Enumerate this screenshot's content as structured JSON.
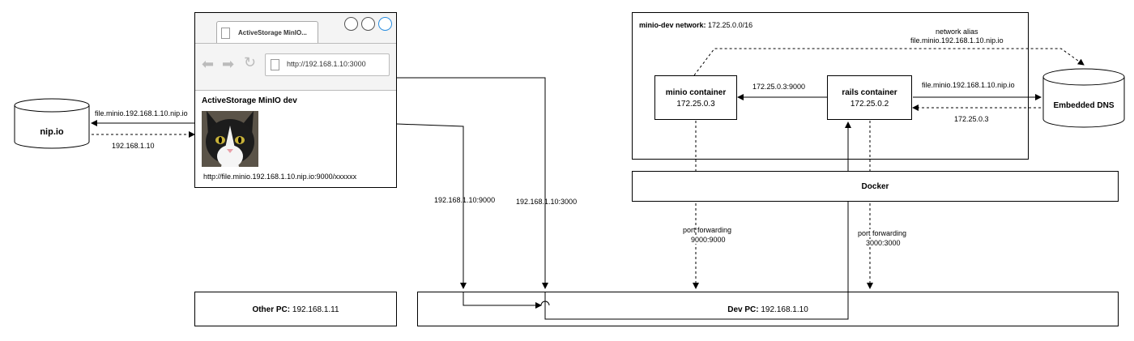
{
  "nip_io": {
    "label": "nip.io",
    "query": "file.minio.192.168.1.10.nip.io",
    "answer": "192.168.1.10"
  },
  "browser": {
    "tab_title": "ActiveStorage MinIO...",
    "url": "http://192.168.1.10:3000",
    "page_title": "ActiveStorage MinIO dev",
    "image_url": "http://file.minio.192.168.1.10.nip.io:9000/xxxxxx",
    "image_alt": "cat-photo"
  },
  "links": {
    "to_minio": "192.168.1.10:9000",
    "to_rails": "192.168.1.10:3000"
  },
  "network": {
    "title_bold": "minio-dev network:",
    "title_value": "172.25.0.0/16",
    "alias_label": "network alias",
    "alias_value": "file.minio.192.168.1.10.nip.io",
    "minio_container": {
      "name": "minio container",
      "ip": "172.25.0.3"
    },
    "rails_container": {
      "name": "rails container",
      "ip": "172.25.0.2"
    },
    "rails_to_minio": "172.25.0.3:9000",
    "rails_to_dns": "file.minio.192.168.1.10.nip.io",
    "dns_answer": "172.25.0.3"
  },
  "dns": {
    "label": "Embedded DNS"
  },
  "docker": {
    "label": "Docker"
  },
  "port_forwarding": {
    "minio": {
      "label": "port forwarding",
      "ports": "9000:9000"
    },
    "rails": {
      "label": "port forwarding",
      "ports": "3000:3000"
    }
  },
  "other_pc": {
    "bold": "Other PC:",
    "ip": "192.168.1.11"
  },
  "dev_pc": {
    "bold": "Dev PC:",
    "ip": "192.168.1.10"
  }
}
